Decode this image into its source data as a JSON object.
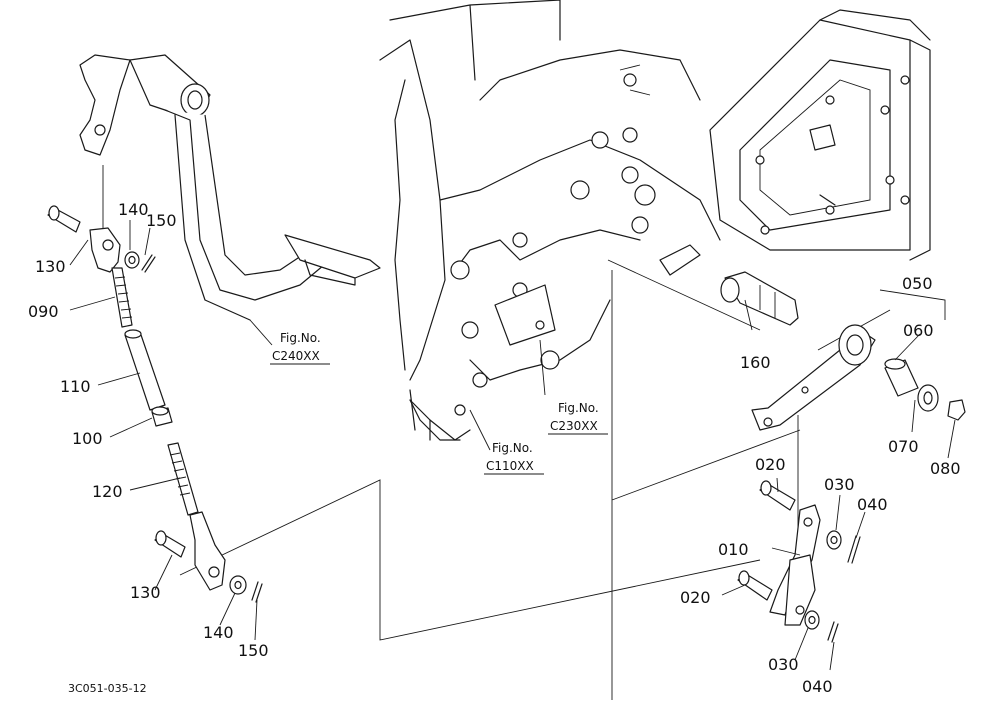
{
  "diagram": {
    "part_labels": {
      "p010": "010",
      "p020a": "020",
      "p020b": "020",
      "p030a": "030",
      "p030b": "030",
      "p040a": "040",
      "p040b": "040",
      "p050": "050",
      "p060": "060",
      "p070": "070",
      "p080": "080",
      "p090": "090",
      "p100": "100",
      "p110": "110",
      "p120": "120",
      "p130a": "130",
      "p130b": "130",
      "p140a": "140",
      "p140b": "140",
      "p150a": "150",
      "p150b": "150",
      "p160": "160"
    },
    "figure_refs": {
      "c240_title": "Fig.No.",
      "c240_code": "C240XX",
      "c230_title": "Fig.No.",
      "c230_code": "C230XX",
      "c110_title": "Fig.No.",
      "c110_code": "C110XX"
    },
    "drawing_code": "3C051-035-12"
  }
}
